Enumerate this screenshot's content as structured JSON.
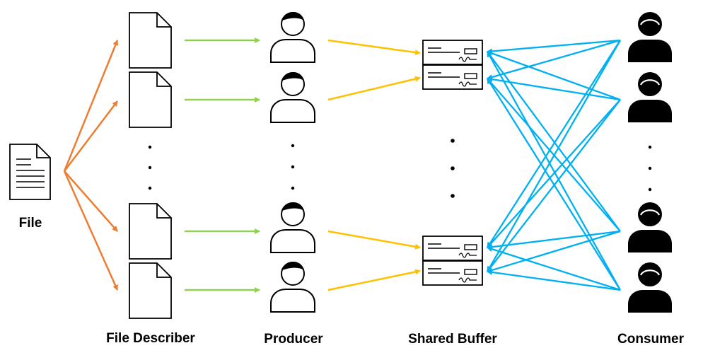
{
  "labels": {
    "file": "File",
    "file_describer": "File Describer",
    "producer": "Producer",
    "shared_buffer": "Shared Buffer",
    "consumer": "Consumer"
  },
  "colors": {
    "file_to_describer": "#ED7D31",
    "describer_to_producer": "#92D050",
    "producer_to_buffer": "#FFC000",
    "consumer_to_buffer": "#00B0F0",
    "icon_stroke": "#000000",
    "consumer_fill": "#000000"
  },
  "icons": {
    "file": "document-icon",
    "file_describer": "blank-page-icon",
    "producer": "person-outline-icon",
    "shared_buffer": "buffer-slot-icon",
    "consumer": "person-filled-icon"
  }
}
